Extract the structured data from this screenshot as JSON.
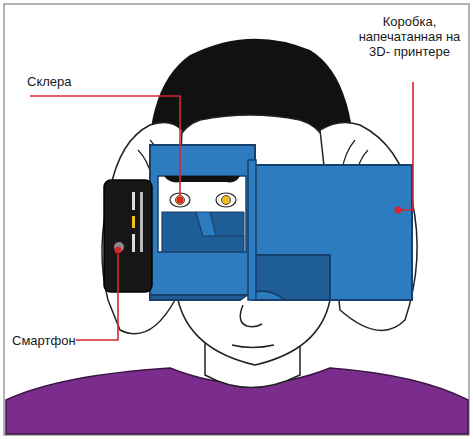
{
  "diagram": {
    "labels": [
      "Склера",
      "Коробка, напечатанная на 3D- принтере",
      "Смартфон"
    ]
  }
}
